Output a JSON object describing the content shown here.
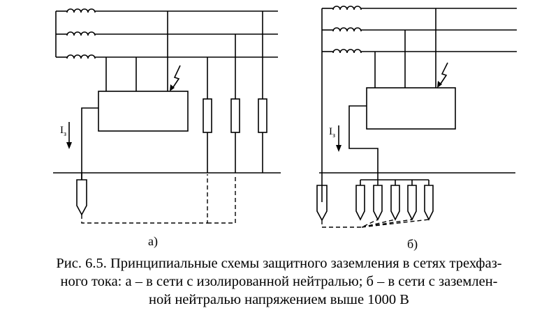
{
  "diagram": {
    "label_a": "а)",
    "label_b": "б)",
    "current_label": "I",
    "current_subscript": "з",
    "icons": [
      "coil-icon",
      "fault-arrow-icon",
      "resistor-icon",
      "ground-electrode-icon",
      "current-arrow-icon"
    ]
  },
  "caption": {
    "line1": "Рис. 6.5. Принципиальные схемы защитного заземления в сетях трехфаз-",
    "line2": "ного тока: а – в сети с изолированной нейтралью; б – в сети с заземлен-",
    "line3": "ной нейтралью напряжением выше 1000 В"
  }
}
